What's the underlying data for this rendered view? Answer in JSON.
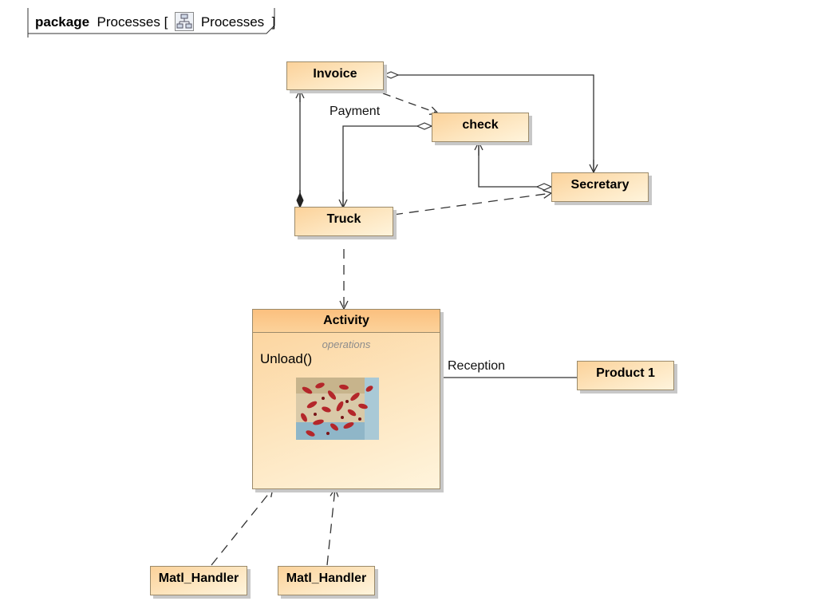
{
  "frame": {
    "keyword": "package",
    "name": "Processes",
    "bracket_open": "[",
    "diagram_name": "Processes",
    "bracket_close": "]",
    "icon": "class-diagram-icon"
  },
  "classes": {
    "invoice": "Invoice",
    "check": "check",
    "secretary": "Secretary",
    "truck": "Truck",
    "activity": "Activity",
    "product1": "Product 1",
    "matl_handler_1": "Matl_Handler",
    "matl_handler_2": "Matl_Handler"
  },
  "activity": {
    "compartment_label": "operations",
    "operation": "Unload()",
    "image": "red-crayfish-photo"
  },
  "edge_labels": {
    "payment": "Payment",
    "reception": "Reception"
  },
  "colors": {
    "class_fill_top": "#fcd29a",
    "class_fill_bottom": "#fff4dc",
    "line": "#333333"
  }
}
